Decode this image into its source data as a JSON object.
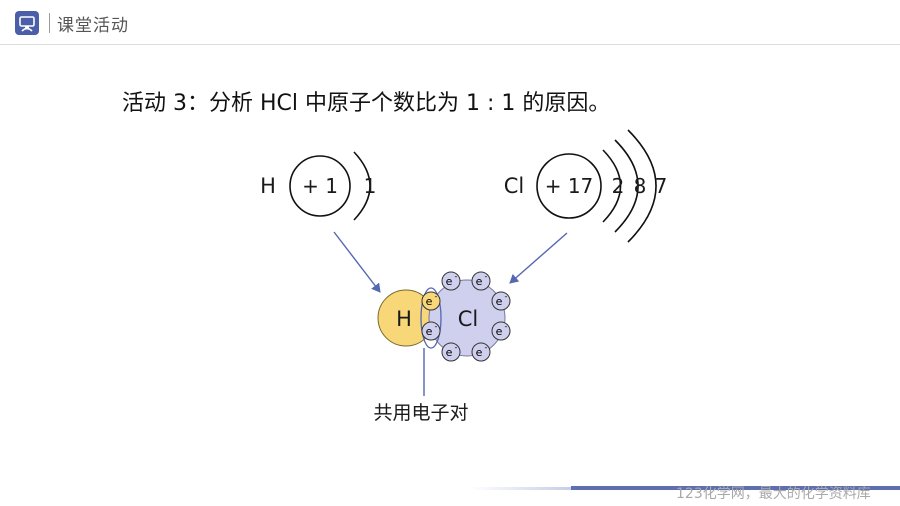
{
  "header": {
    "title": "课堂活动"
  },
  "activity": {
    "text": "活动 3：分析 HCl 中原子个数比为 1 : 1 的原因。"
  },
  "h_atom": {
    "symbol": "H",
    "nucleus": "+ 1",
    "shells": [
      "1"
    ]
  },
  "cl_atom": {
    "symbol": "Cl",
    "nucleus": "+ 17",
    "shells": [
      "2",
      "8",
      "7"
    ]
  },
  "molecule": {
    "h_label": "H",
    "cl_label": "Cl",
    "electron": "e",
    "electron_charge": "-",
    "shared_label": "共用电子对"
  },
  "footer": {
    "watermark": "123化学网，最大的化学资料库"
  },
  "colors": {
    "h_fill": "#f7d778",
    "cl_fill": "#cfcfee",
    "arrow": "#5567b0",
    "accent": "#4b5ea8"
  },
  "icons": {
    "logo": "classroom-icon"
  }
}
